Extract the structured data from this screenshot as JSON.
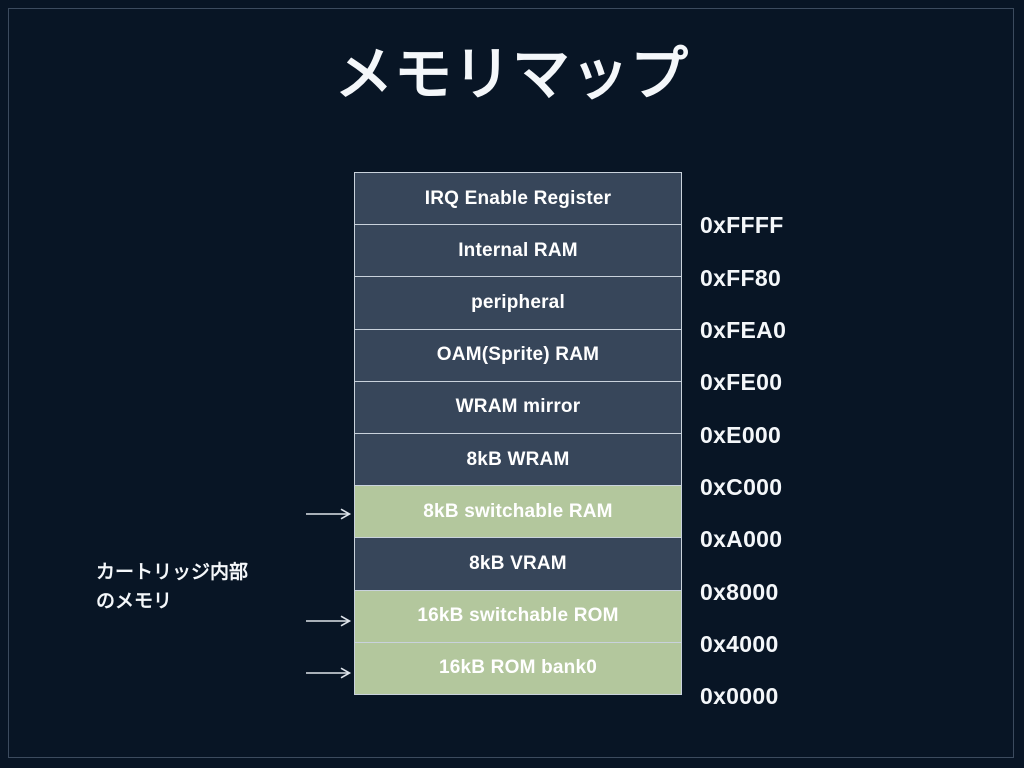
{
  "slide": {
    "title": "メモリマップ",
    "background_color": "#081525",
    "frame_color": "#3c4b5e"
  },
  "colors": {
    "slate_block": "#37465a",
    "green_block": "#b3c79d",
    "block_border": "#c9d2dc",
    "text": "#f4f7fa",
    "arrow": "#dde3ea"
  },
  "memory_map": {
    "blocks": [
      {
        "label": "IRQ Enable Register",
        "kind": "slate",
        "top_address": "0xFFFF"
      },
      {
        "label": "Internal RAM",
        "kind": "slate",
        "top_address": "0xFF80"
      },
      {
        "label": "peripheral",
        "kind": "slate",
        "top_address": "0xFEA0"
      },
      {
        "label": "OAM(Sprite) RAM",
        "kind": "slate",
        "top_address": "0xFE00"
      },
      {
        "label": "WRAM mirror",
        "kind": "slate",
        "top_address": "0xE000"
      },
      {
        "label": "8kB WRAM",
        "kind": "slate",
        "top_address": "0xC000"
      },
      {
        "label": "8kB switchable RAM",
        "kind": "green",
        "top_address": "0xA000"
      },
      {
        "label": "8kB VRAM",
        "kind": "slate",
        "top_address": "0x8000"
      },
      {
        "label": "16kB switchable ROM",
        "kind": "green",
        "top_address": "0x4000"
      },
      {
        "label": "16kB ROM bank0",
        "kind": "green",
        "top_address": "0x0000"
      }
    ],
    "addresses": [
      "0xFFFF",
      "0xFF80",
      "0xFEA0",
      "0xFE00",
      "0xE000",
      "0xC000",
      "0xA000",
      "0x8000",
      "0x4000",
      "0x0000"
    ]
  },
  "annotation": {
    "cartridge_note": "カートリッジ内部\nのメモリ",
    "arrow_targets": [
      "8kB switchable RAM",
      "16kB switchable ROM",
      "16kB ROM bank0"
    ]
  }
}
